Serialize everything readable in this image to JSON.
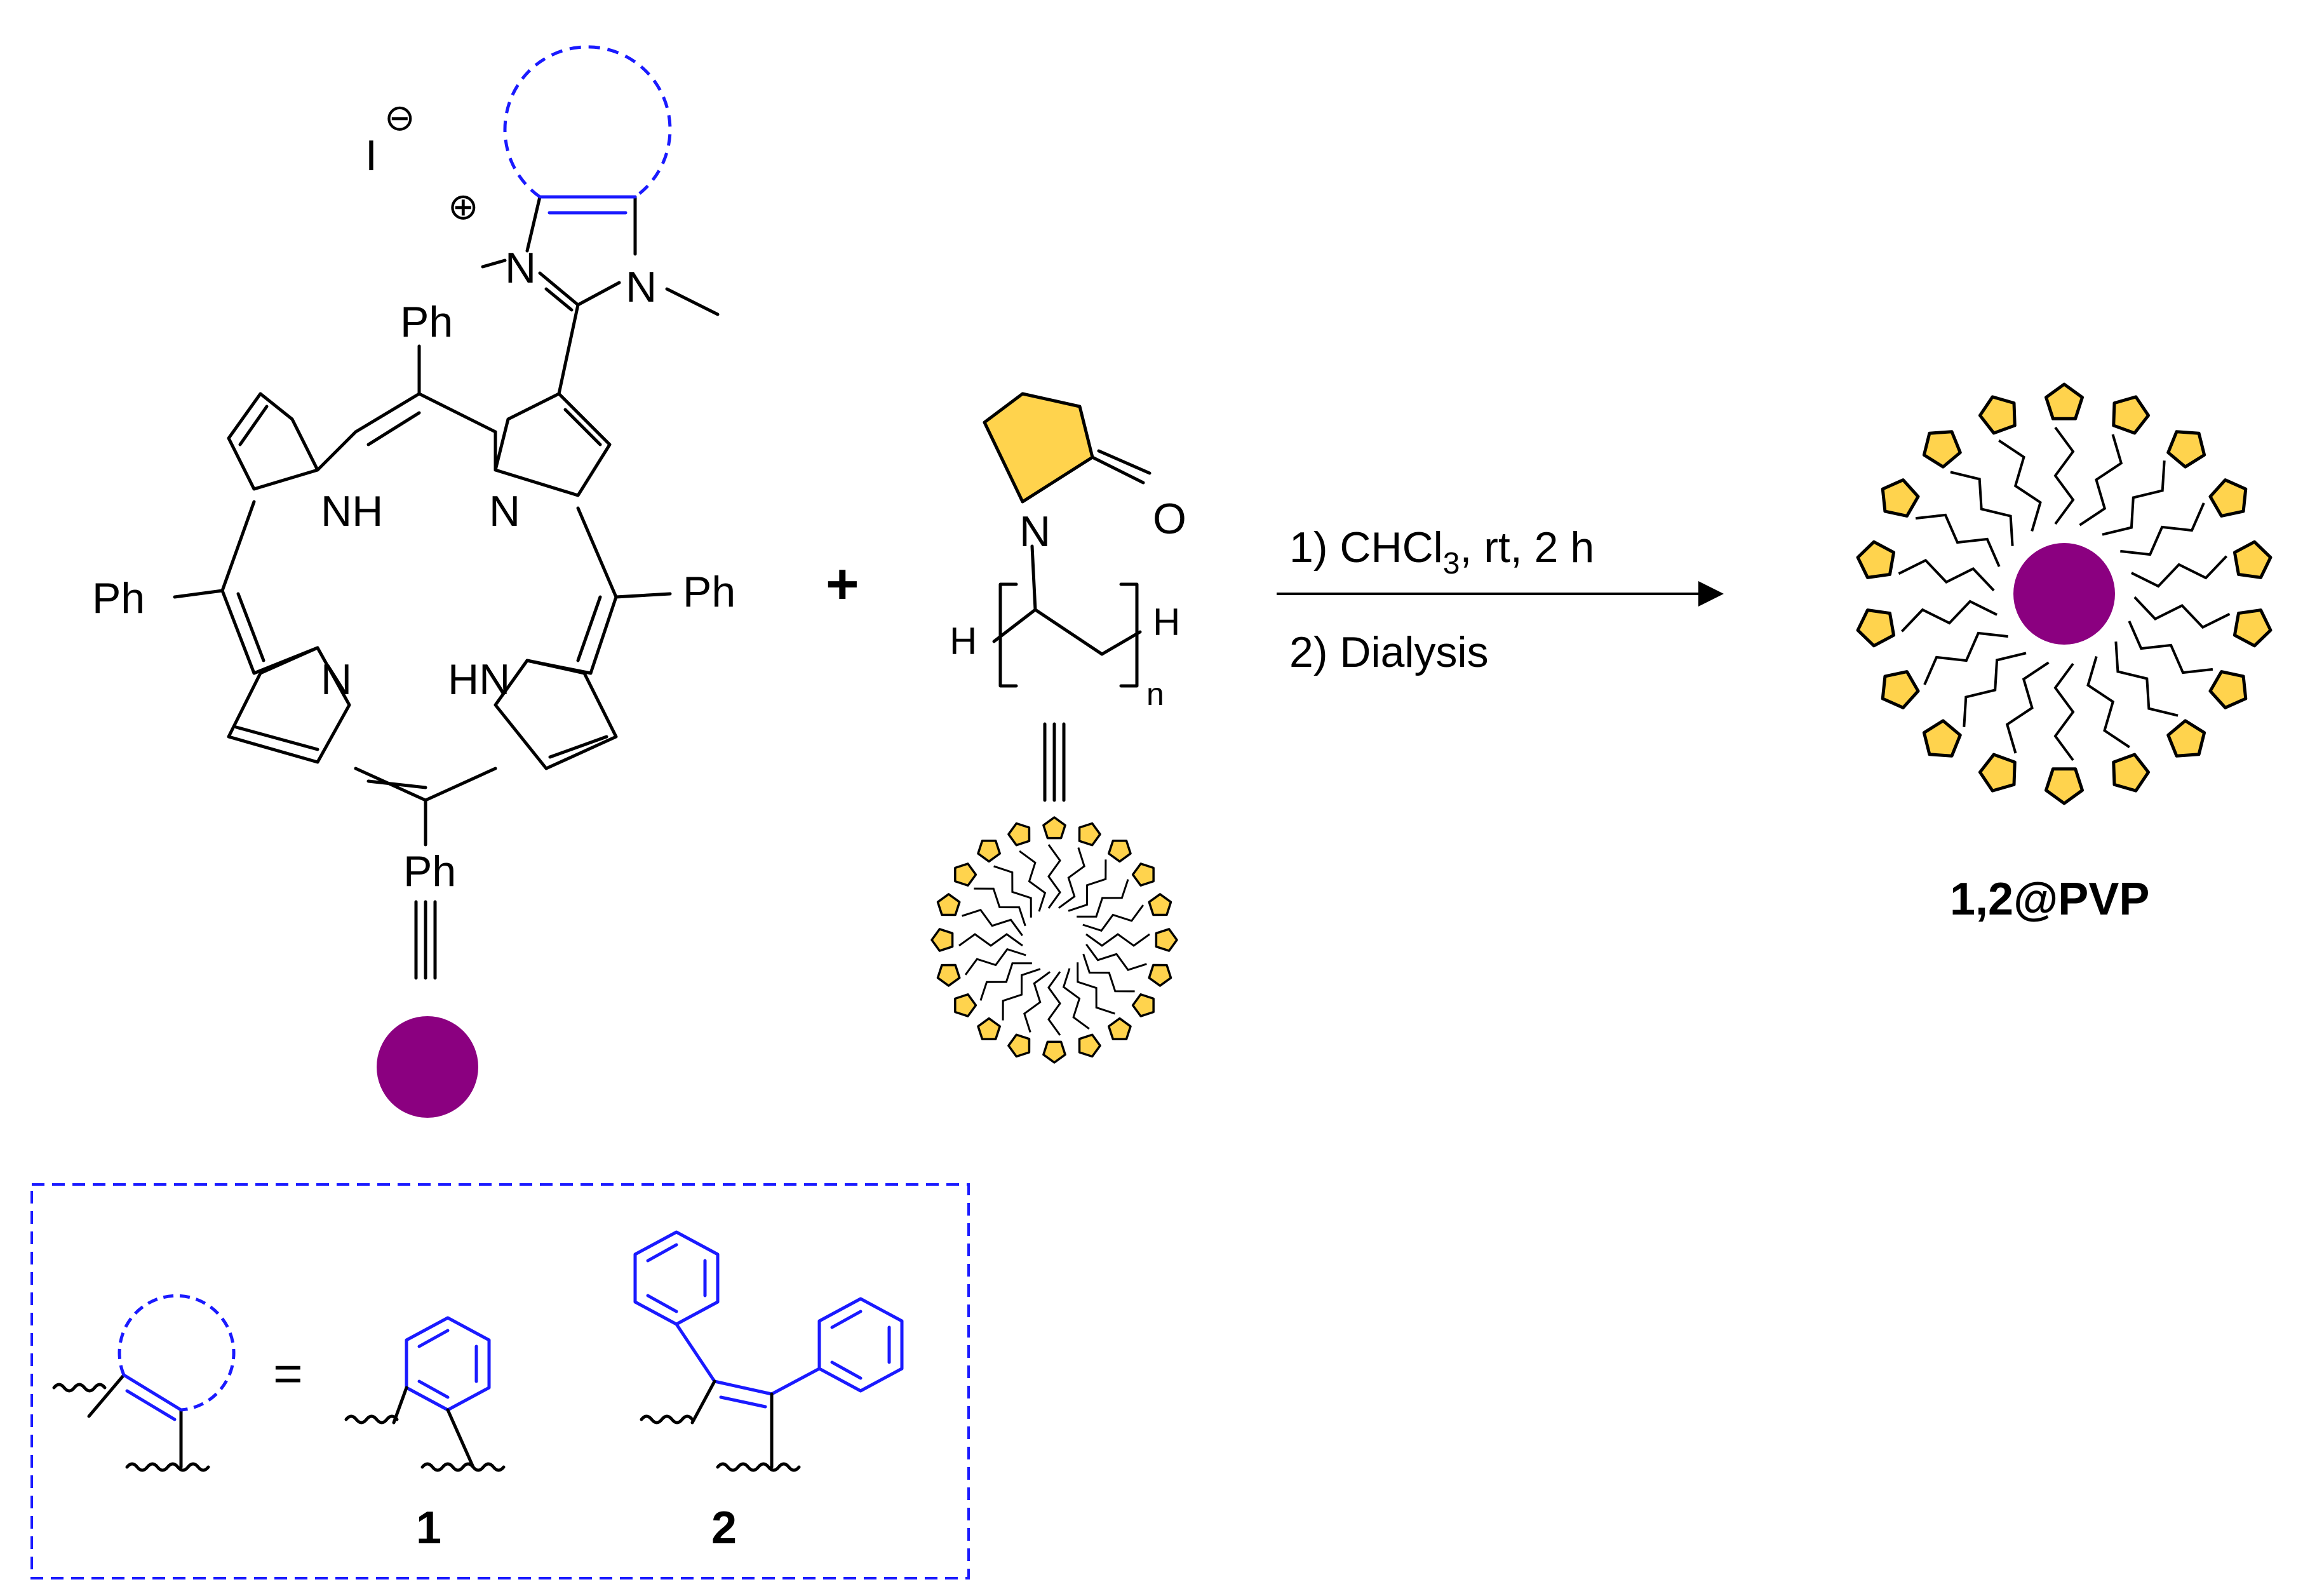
{
  "colors": {
    "bond": "#000000",
    "highlight": "#1a1aff",
    "nanoparticle": "#8b0080",
    "pyrrolidone": "#ffd34d",
    "dashed": "#1a1aff"
  },
  "porphyrin": {
    "counterion": "I",
    "counterion_charge": "⊖",
    "cation_charge": "⊕",
    "N_methyl_left": "N",
    "N_methyl_right": "N",
    "ph_top": "Ph",
    "ph_left": "Ph",
    "ph_right": "Ph",
    "ph_bottom": "Ph",
    "nh_upper": "NH",
    "n_upper": "N",
    "n_lower": "N",
    "hn_lower": "HN",
    "equiv": "|||"
  },
  "plus": "+",
  "pvp": {
    "n_atom": "N",
    "o_atom": "O",
    "h_left": "H",
    "h_right": "H",
    "subscript_n": "n",
    "equiv": "|||"
  },
  "reaction": {
    "step1_prefix": "1) CHCl",
    "step1_sub": "3",
    "step1_suffix": ", rt, 2 h",
    "step2": "2) Dialysis"
  },
  "product": {
    "label": "1,2@PVP"
  },
  "legend": {
    "equals": "=",
    "compound_1": "1",
    "compound_2": "2"
  }
}
